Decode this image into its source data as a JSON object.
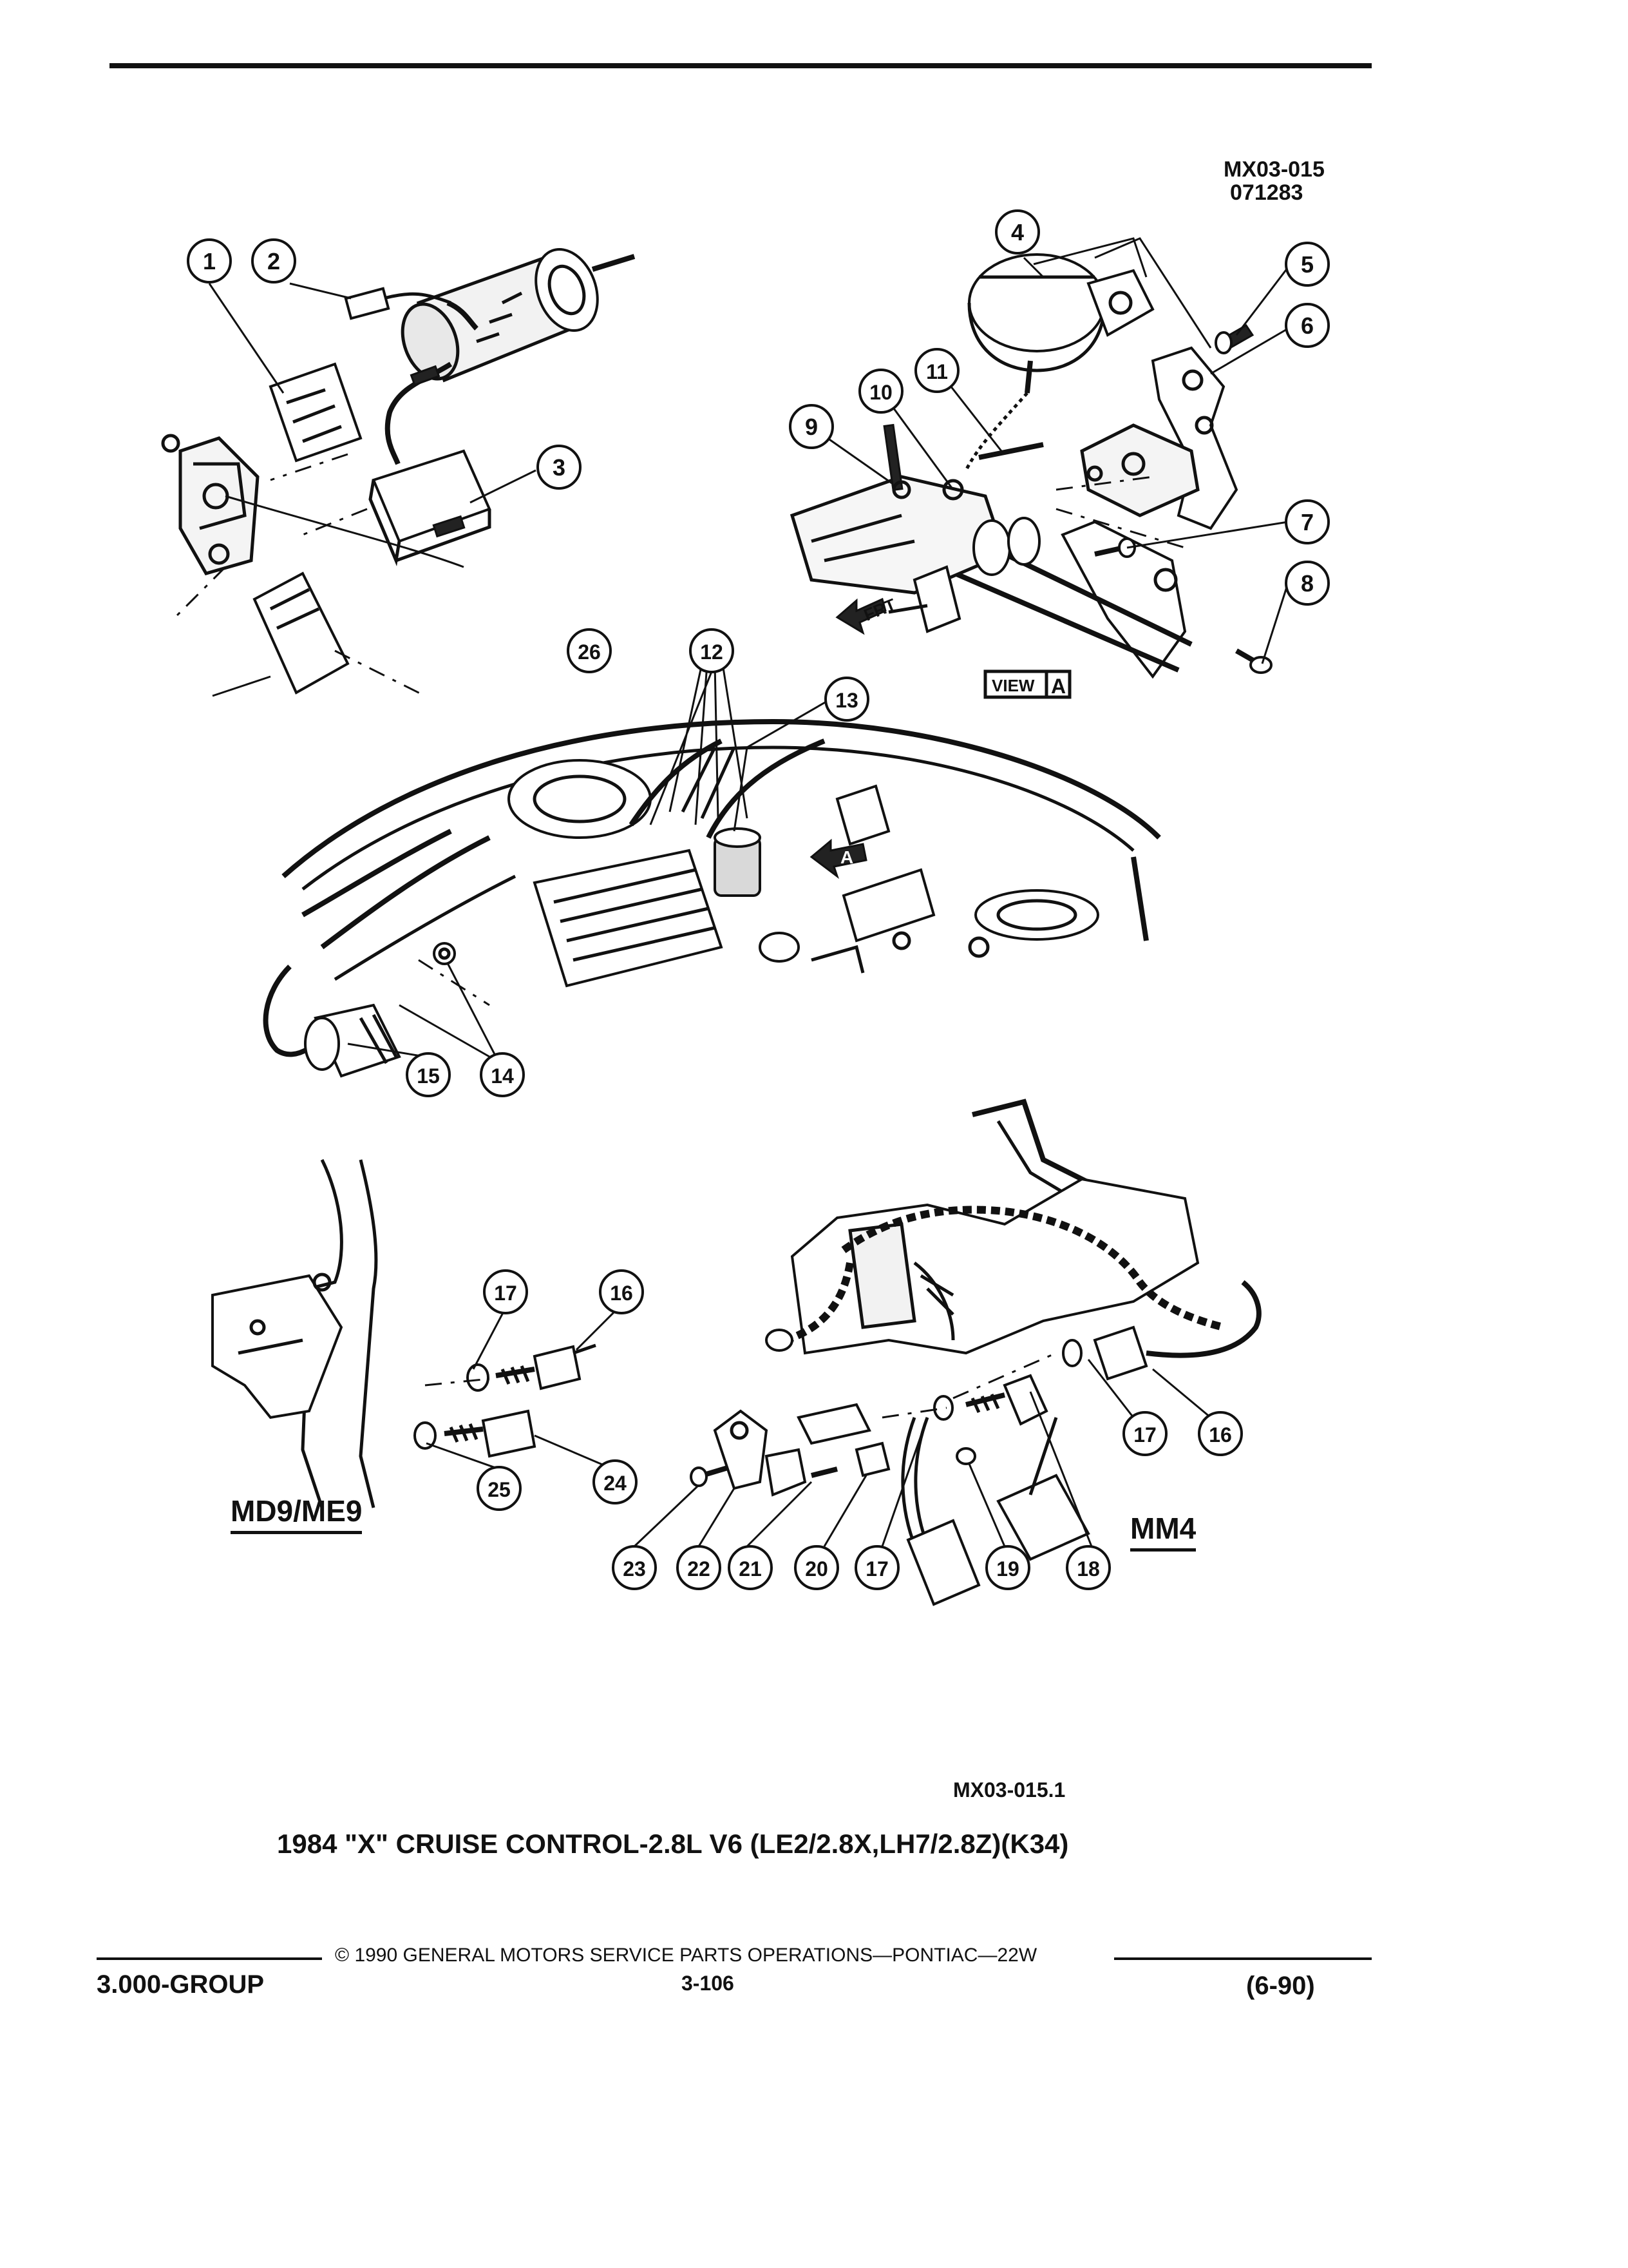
{
  "header": {
    "drawing_id": "MX03-015",
    "drawing_date": "071283"
  },
  "view_label": {
    "prefix": "VIEW",
    "letter": "A"
  },
  "arrows": {
    "front": "FRT",
    "view_a": "A"
  },
  "option_labels": {
    "left": "MD9/ME9",
    "right": "MM4"
  },
  "callouts": [
    "1",
    "2",
    "3",
    "4",
    "5",
    "6",
    "7",
    "8",
    "9",
    "10",
    "11",
    "12",
    "13",
    "14",
    "15",
    "16",
    "17",
    "18",
    "19",
    "20",
    "21",
    "22",
    "23",
    "24",
    "25",
    "26"
  ],
  "caption": {
    "figure_id": "MX03-015.1",
    "title": "1984 \"X\" CRUISE CONTROL-2.8L V6 (LE2/2.8X,LH7/2.8Z)(K34)"
  },
  "footer": {
    "copyright": "© 1990 GENERAL MOTORS SERVICE PARTS OPERATIONS—PONTIAC—22W",
    "group": "3.000-GROUP",
    "page": "3-106",
    "revision": "(6-90)"
  }
}
